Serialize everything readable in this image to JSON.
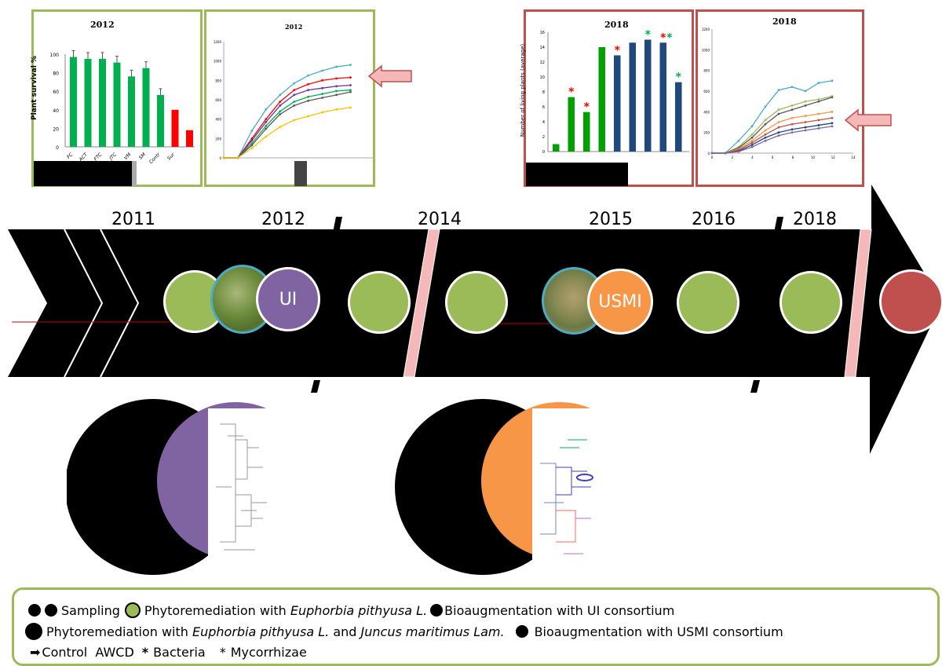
{
  "timeline": {
    "years": [
      "2011",
      "2012",
      "2014",
      "2015",
      "2016",
      "2018"
    ],
    "node_labels": {
      "ui": "UI",
      "usmi": "USMI"
    }
  },
  "panels": [
    {
      "title": "2012",
      "ylabel": "Plant survival %",
      "type": "bar",
      "yticks": [
        "100",
        "80",
        "60",
        "40",
        "20",
        "0"
      ],
      "categories": [
        "FC",
        "ACT",
        "FTC",
        "JTC",
        "VM",
        "SM",
        "Contr",
        "Sur"
      ],
      "values": [
        97,
        95,
        95,
        91,
        76,
        85,
        56,
        40,
        18
      ],
      "bar_colors": [
        "#00b050",
        "#00b050",
        "#00b050",
        "#00b050",
        "#00b050",
        "#00b050",
        "#00b050",
        "#ff0000",
        "#ff0000"
      ]
    },
    {
      "title": "2012",
      "type": "line",
      "yticks": [
        "1200",
        "1000",
        "800",
        "600",
        "400",
        "200",
        "0"
      ],
      "series": [
        {
          "color": "#4bacc6",
          "values": [
            0,
            0,
            280,
            500,
            650,
            770,
            850,
            900,
            940,
            960
          ]
        },
        {
          "color": "#ff0000",
          "values": [
            0,
            0,
            200,
            400,
            580,
            700,
            760,
            800,
            820,
            830
          ]
        },
        {
          "color": "#7030a0",
          "values": [
            0,
            0,
            180,
            370,
            540,
            650,
            700,
            720,
            740,
            750
          ]
        },
        {
          "color": "#00b050",
          "values": [
            0,
            0,
            150,
            330,
            480,
            580,
            630,
            660,
            690,
            700
          ]
        },
        {
          "color": "#595959",
          "values": [
            0,
            0,
            130,
            300,
            450,
            540,
            590,
            620,
            650,
            680
          ]
        },
        {
          "color": "#ffc000",
          "values": [
            0,
            0,
            100,
            220,
            320,
            390,
            430,
            470,
            500,
            520
          ]
        }
      ]
    },
    {
      "title": "2018",
      "ylabel": "Number of living plants (average)",
      "type": "bar",
      "yticks": [
        "16",
        "14",
        "12",
        "10",
        "8",
        "6",
        "4",
        "2",
        "0"
      ],
      "values": [
        1,
        7.3,
        5.3,
        14,
        12.9,
        14.6,
        15,
        14.6,
        9.3
      ],
      "bar_colors": [
        "#00a000",
        "#00a000",
        "#00a000",
        "#00a000",
        "#1f497d",
        "#1f497d",
        "#1f497d",
        "#1f497d",
        "#1f497d"
      ],
      "markers": [
        {
          "bar": 1,
          "color": "#ff0000"
        },
        {
          "bar": 2,
          "color": "#ff0000"
        },
        {
          "bar": 4,
          "color": "#ff0000"
        },
        {
          "bar": 6,
          "color": "#00b050"
        },
        {
          "bar": 7,
          "color": "#ff0000"
        },
        {
          "bar": 7,
          "color": "#00b050"
        },
        {
          "bar": 8,
          "color": "#00b050"
        }
      ]
    },
    {
      "title": "2018",
      "type": "line",
      "yticks": [
        "1200",
        "1000",
        "800",
        "600",
        "400",
        "200",
        "0"
      ],
      "xticks": [
        "0",
        "2",
        "4",
        "6",
        "8",
        "10",
        "12",
        "14"
      ],
      "series": [
        {
          "color": "#4bacc6",
          "values": [
            0,
            0,
            120,
            260,
            450,
            610,
            640,
            600,
            680,
            700
          ]
        },
        {
          "color": "#9bbb59",
          "values": [
            0,
            0,
            60,
            180,
            320,
            420,
            460,
            500,
            520,
            550
          ]
        },
        {
          "color": "#595959",
          "values": [
            0,
            0,
            50,
            150,
            280,
            380,
            420,
            460,
            500,
            540
          ]
        },
        {
          "color": "#f79646",
          "values": [
            0,
            0,
            40,
            120,
            220,
            300,
            340,
            360,
            380,
            400
          ]
        },
        {
          "color": "#c0504d",
          "values": [
            0,
            0,
            30,
            100,
            180,
            250,
            280,
            300,
            320,
            340
          ]
        },
        {
          "color": "#1f497d",
          "values": [
            0,
            0,
            20,
            80,
            150,
            200,
            230,
            250,
            270,
            290
          ]
        },
        {
          "color": "#8064a2",
          "values": [
            0,
            0,
            15,
            60,
            120,
            170,
            200,
            220,
            240,
            260
          ]
        }
      ]
    }
  ],
  "legend": {
    "row1": {
      "sampling": "Sampling",
      "phyto_a": "Phytoremediation with ",
      "phyto_a_species": "Euphorbia pithyusa L.",
      "bio_ui": "Bioaugmentation with UI consortium"
    },
    "row2": {
      "phyto_b": "Phytoremediation with ",
      "phyto_b_species_1": "Euphorbia pithyusa L.",
      "phyto_b_and": " and ",
      "phyto_b_species_2": "Juncus maritimus Lam.",
      "bio_usmi": "Bioaugmentation with USMI consortium"
    },
    "row3": {
      "control": "Control  AWCD",
      "bacteria": "Bacteria",
      "mycorrhizae": "Mycorrhizae",
      "star": "*"
    }
  },
  "colors": {
    "green_node": "#9bbb59",
    "purple": "#8064a2",
    "orange": "#f79646",
    "red_node": "#c0504d",
    "arrow": "#000000"
  }
}
